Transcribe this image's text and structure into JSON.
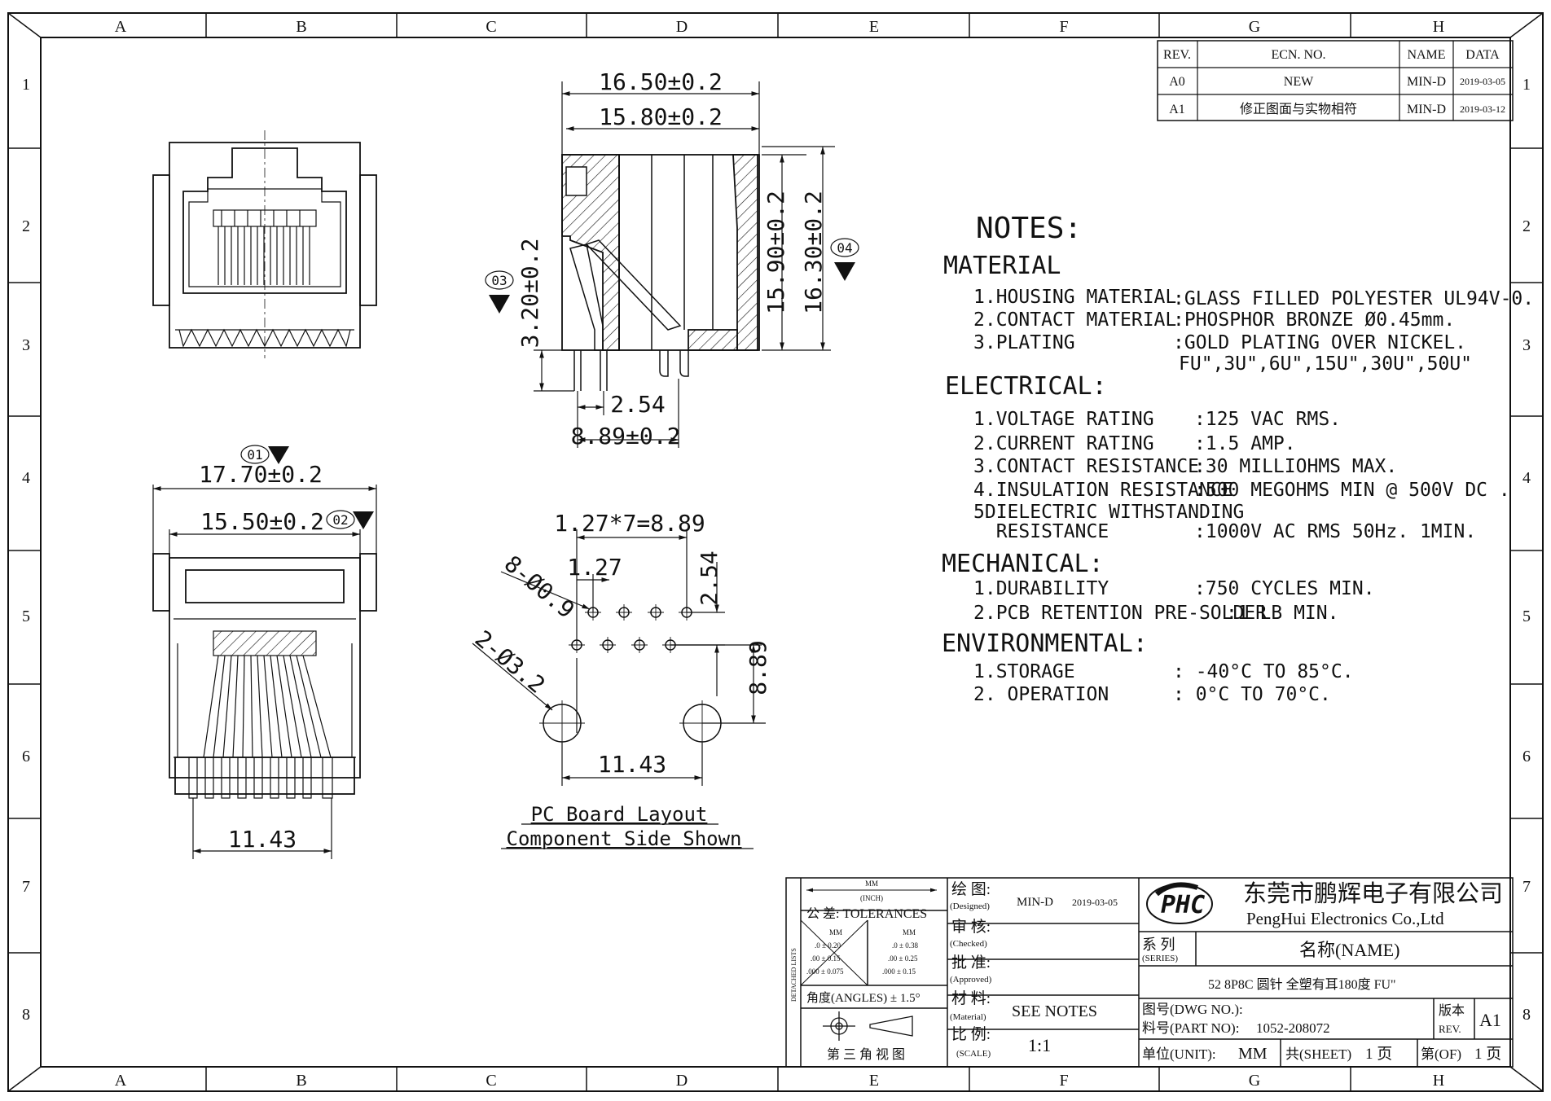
{
  "frame": {
    "cols": [
      "A",
      "B",
      "C",
      "D",
      "E",
      "F",
      "G",
      "H"
    ],
    "rows": [
      "1",
      "2",
      "3",
      "4",
      "5",
      "6",
      "7",
      "8"
    ]
  },
  "revisions": {
    "headers": [
      "REV.",
      "ECN. NO.",
      "NAME",
      "DATA"
    ],
    "rows": [
      [
        "A0",
        "NEW",
        "MIN-D",
        "2019-03-05"
      ],
      [
        "A1",
        "修正图面与实物相符",
        "MIN-D",
        "2019-03-12"
      ]
    ]
  },
  "dims": {
    "side_w1": "16.50±0.2",
    "side_w2": "15.80±0.2",
    "side_h1": "15.90±0.2",
    "side_h2": "16.30±0.2",
    "side_h3": "3.20±0.2",
    "side_p1": "2.54",
    "side_p2": "8.89±0.2",
    "front_w1": "17.70±0.2",
    "front_w2": "15.50±0.2",
    "front_w3": "11.43",
    "pcb_pitch_total": "1.27*7=8.89",
    "pcb_pitch": "1.27",
    "pcb_row": "2.54",
    "pcb_holes_small": "8-Ø0.9",
    "pcb_holes_big": "2-Ø3.2",
    "pcb_v": "8.89",
    "pcb_big_span": "11.43"
  },
  "marks": {
    "m01": "01",
    "m02": "02",
    "m03": "03",
    "m04": "04"
  },
  "layout_caption": [
    "PC Board Layout",
    "Component Side Shown"
  ],
  "notes": {
    "title": "NOTES:",
    "sections": [
      {
        "heading": "MATERIAL",
        "items": [
          [
            "1.HOUSING MATERIAL",
            ":GLASS FILLED POLYESTER UL94V-0."
          ],
          [
            "2.CONTACT MATERIAL",
            ":PHOSPHOR BRONZE  Ø0.45mm."
          ],
          [
            "3.PLATING",
            ":GOLD PLATING OVER NICKEL."
          ],
          [
            "",
            "FU\",3U\",6U\",15U\",30U\",50U\""
          ]
        ]
      },
      {
        "heading": "ELECTRICAL:",
        "items": [
          [
            "1.VOLTAGE RATING",
            ":125 VAC RMS."
          ],
          [
            "2.CURRENT RATING",
            ":1.5 AMP."
          ],
          [
            "3.CONTACT RESISTANCE",
            ":30 MILLIOHMS MAX."
          ],
          [
            "4.INSULATION RESISTANCE",
            ":500 MEGOHMS MIN @ 500V DC ."
          ],
          [
            "5DIELECTRIC WITHSTANDING",
            ""
          ],
          [
            "  RESISTANCE",
            ":1000V AC RMS 50Hz. 1MIN."
          ]
        ]
      },
      {
        "heading": "MECHANICAL:",
        "items": [
          [
            "1.DURABILITY",
            ":750 CYCLES MIN."
          ],
          [
            "2.PCB RETENTION PRE-SOLDER",
            ":1 LB MIN."
          ]
        ]
      },
      {
        "heading": "ENVIRONMENTAL:",
        "items": [
          [
            "1.STORAGE",
            ": -40°C TO 85°C."
          ],
          [
            "2. OPERATION",
            ": 0°C TO 70°C."
          ]
        ]
      }
    ]
  },
  "title_block": {
    "mm": "MM",
    "inch": "(INCH)",
    "tolerances": "公 差: TOLERANCES",
    "tol_mm_label": "MM",
    "tol_mm": [
      ".0 ± 0.20",
      ".00 ± 0.15",
      ".000 ± 0.075"
    ],
    "tol_in_label": "MM",
    "tol_in": [
      ".0 ± 0.38",
      ".00 ± 0.25",
      ".000 ± 0.15"
    ],
    "angles": "角度(ANGLES) ± 1.5°",
    "detached": "DETACHED LISTS",
    "projection": "第 三 角 视 图",
    "designed_cn": "绘  图:",
    "designed_en": "(Designed)",
    "designed_name": "MIN-D",
    "designed_date": "2019-03-05",
    "checked_cn": "审  核:",
    "checked_en": "(Checked)",
    "approved_cn": "批  准:",
    "approved_en": "(Approved)",
    "material_cn": "材  料:",
    "material_en": "(Material)",
    "material_val": "SEE NOTES",
    "scale_cn": "比  例:",
    "scale_en": "(SCALE)",
    "scale_val": "1:1",
    "logo": "PHC",
    "company_cn": "东莞市鹏辉电子有限公司",
    "company_en": "PengHui Electronics Co.,Ltd",
    "series_cn": "系  列",
    "series_en": "(SERIES)",
    "name_label": "名称(NAME)",
    "name_val": "52 8P8C 圆针 全塑有耳180度 FU\"",
    "dwg_label": "图号(DWG NO.):",
    "part_label": "料号(PART NO):",
    "part_val": "1052-208072",
    "rev_cn": "版本",
    "rev_en": "REV.",
    "rev_val": "A1",
    "unit_label": "单位(UNIT):",
    "unit_val": "MM",
    "sheet_label": "共(SHEET)",
    "sheet_val": "1 页",
    "of_label": "第(OF)",
    "of_val": "1 页"
  }
}
